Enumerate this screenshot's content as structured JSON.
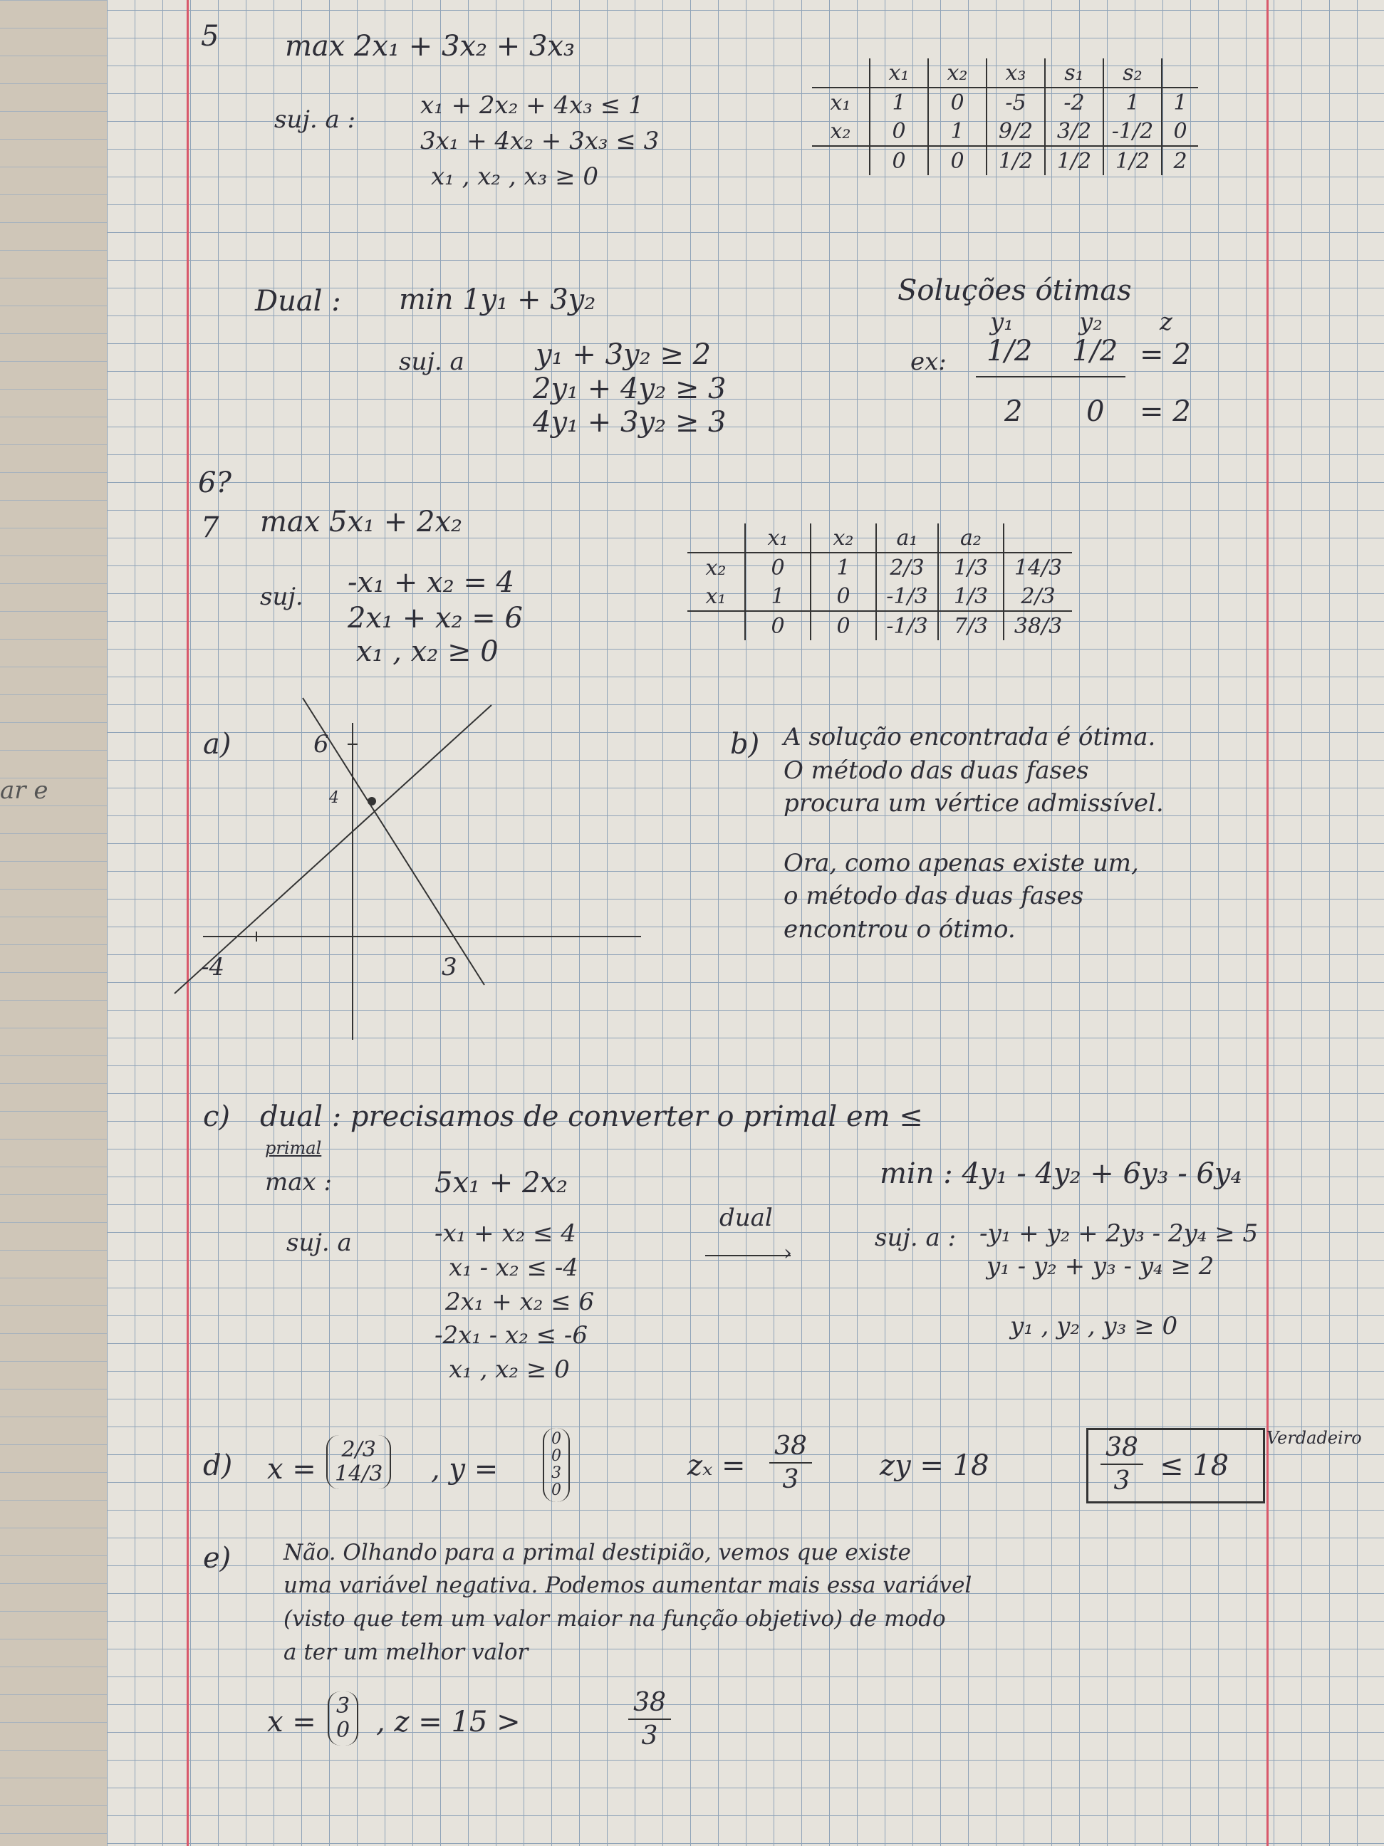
{
  "strip_text": "ar e",
  "ex5": {
    "number": "5",
    "objective": "max   2x₁ + 3x₂ + 3x₃",
    "suj": "suj. a :",
    "constraints": [
      "x₁ + 2x₂ + 4x₃ ≤ 1",
      "3x₁ + 4x₂ + 3x₃ ≤ 3",
      "x₁ , x₂ , x₃ ≥ 0"
    ],
    "tableau": {
      "header": [
        "",
        "x₁",
        "x₂",
        "x₃",
        "s₁",
        "s₂",
        ""
      ],
      "rows": [
        [
          "x₁",
          "1",
          "0",
          "-5",
          "-2",
          "1",
          "1"
        ],
        [
          "x₂",
          "0",
          "1",
          "9/2",
          "3/2",
          "-1/2",
          "0"
        ],
        [
          "",
          "0",
          "0",
          "1/2",
          "1/2",
          "1/2",
          "2"
        ]
      ]
    },
    "dual_label": "Dual :",
    "dual_objective": "min   1y₁ + 3y₂",
    "dual_suj": "suj. a",
    "dual_constraints": [
      "y₁ + 3y₂ ≥ 2",
      "2y₁ + 4y₂ ≥ 3",
      "4y₁ + 3y₂ ≥ 3"
    ],
    "optimal_title": "Soluções ótimas",
    "optimal_header": [
      "y₁",
      "y₂",
      "z"
    ],
    "optimal_ex": "ex:",
    "optimal_rows": [
      [
        "1/2",
        "1/2",
        "= 2"
      ],
      [
        "2",
        "0",
        "= 2"
      ]
    ]
  },
  "ex6": {
    "label": "6?"
  },
  "ex7": {
    "number": "7",
    "objective": "max   5x₁ + 2x₂",
    "suj": "suj.",
    "constraints": [
      "-x₁ + x₂ = 4",
      "2x₁ + x₂ = 6",
      "x₁ , x₂ ≥ 0"
    ],
    "tableau": {
      "header": [
        "",
        "x₁",
        "x₂",
        "a₁",
        "a₂",
        ""
      ],
      "rows": [
        [
          "x₂",
          "0",
          "1",
          "2/3",
          "1/3",
          "14/3"
        ],
        [
          "x₁",
          "1",
          "0",
          "-1/3",
          "1/3",
          "2/3"
        ],
        [
          "",
          "0",
          "0",
          "-1/3",
          "7/3",
          "38/3"
        ]
      ]
    },
    "part_a": {
      "label": "a)",
      "axis_labels": [
        "6",
        "4",
        "-4",
        "3"
      ]
    },
    "part_b": {
      "label": "b)",
      "lines": [
        "A solução encontrada é ótima.",
        "O método das duas fases",
        "procura um vértice admissível.",
        "Ora, como apenas existe um,",
        "o método das duas fases",
        "encontrou o ótimo."
      ]
    },
    "part_c": {
      "label": "c)",
      "heading": "dual : precisamos de converter o primal em ≤",
      "primal_label": "primal",
      "primal_max": "max :",
      "primal_objective": "5x₁ + 2x₂",
      "suj": "suj. a",
      "primal_constraints": [
        "-x₁ + x₂ ≤ 4",
        "x₁ - x₂ ≤ -4",
        "2x₁ + x₂ ≤ 6",
        "-2x₁ - x₂ ≤ -6",
        "x₁ , x₂ ≥ 0"
      ],
      "arrow_label": "dual",
      "dual_objective": "min :  4y₁ - 4y₂ + 6y₃ - 6y₄",
      "dual_suj": "suj. a :",
      "dual_constraints": [
        "-y₁ + y₂ + 2y₃ - 2y₄ ≥ 5",
        "y₁ - y₂ + y₃ - y₄ ≥ 2",
        "y₁ , y₂ , y₃ ≥ 0"
      ]
    },
    "part_d": {
      "label": "d)",
      "x_eq": "x =",
      "x_vec": [
        "2/3",
        "14/3"
      ],
      "y_eq": ", y =",
      "y_vec": [
        "0",
        "0",
        "3",
        "0"
      ],
      "zx_label": "zₓ =",
      "zx_num": "38",
      "zx_den": "3",
      "zy_label": "zy = 18",
      "box_num": "38",
      "box_den": "3",
      "box_rel": "≤ 18",
      "verdict": "Verdadeiro"
    },
    "part_e": {
      "label": "e)",
      "lines": [
        "Não. Olhando para a primal destipião, vemos que existe",
        "uma variável negativa. Podemos aumentar mais essa variável",
        "(visto que tem um valor maior na função objetivo) de modo",
        "a ter um melhor valor"
      ],
      "x_eq": "x =",
      "x_vec": [
        "3",
        "0"
      ],
      "z_part": ", z = 15 >",
      "frac_num": "38",
      "frac_den": "3"
    }
  }
}
